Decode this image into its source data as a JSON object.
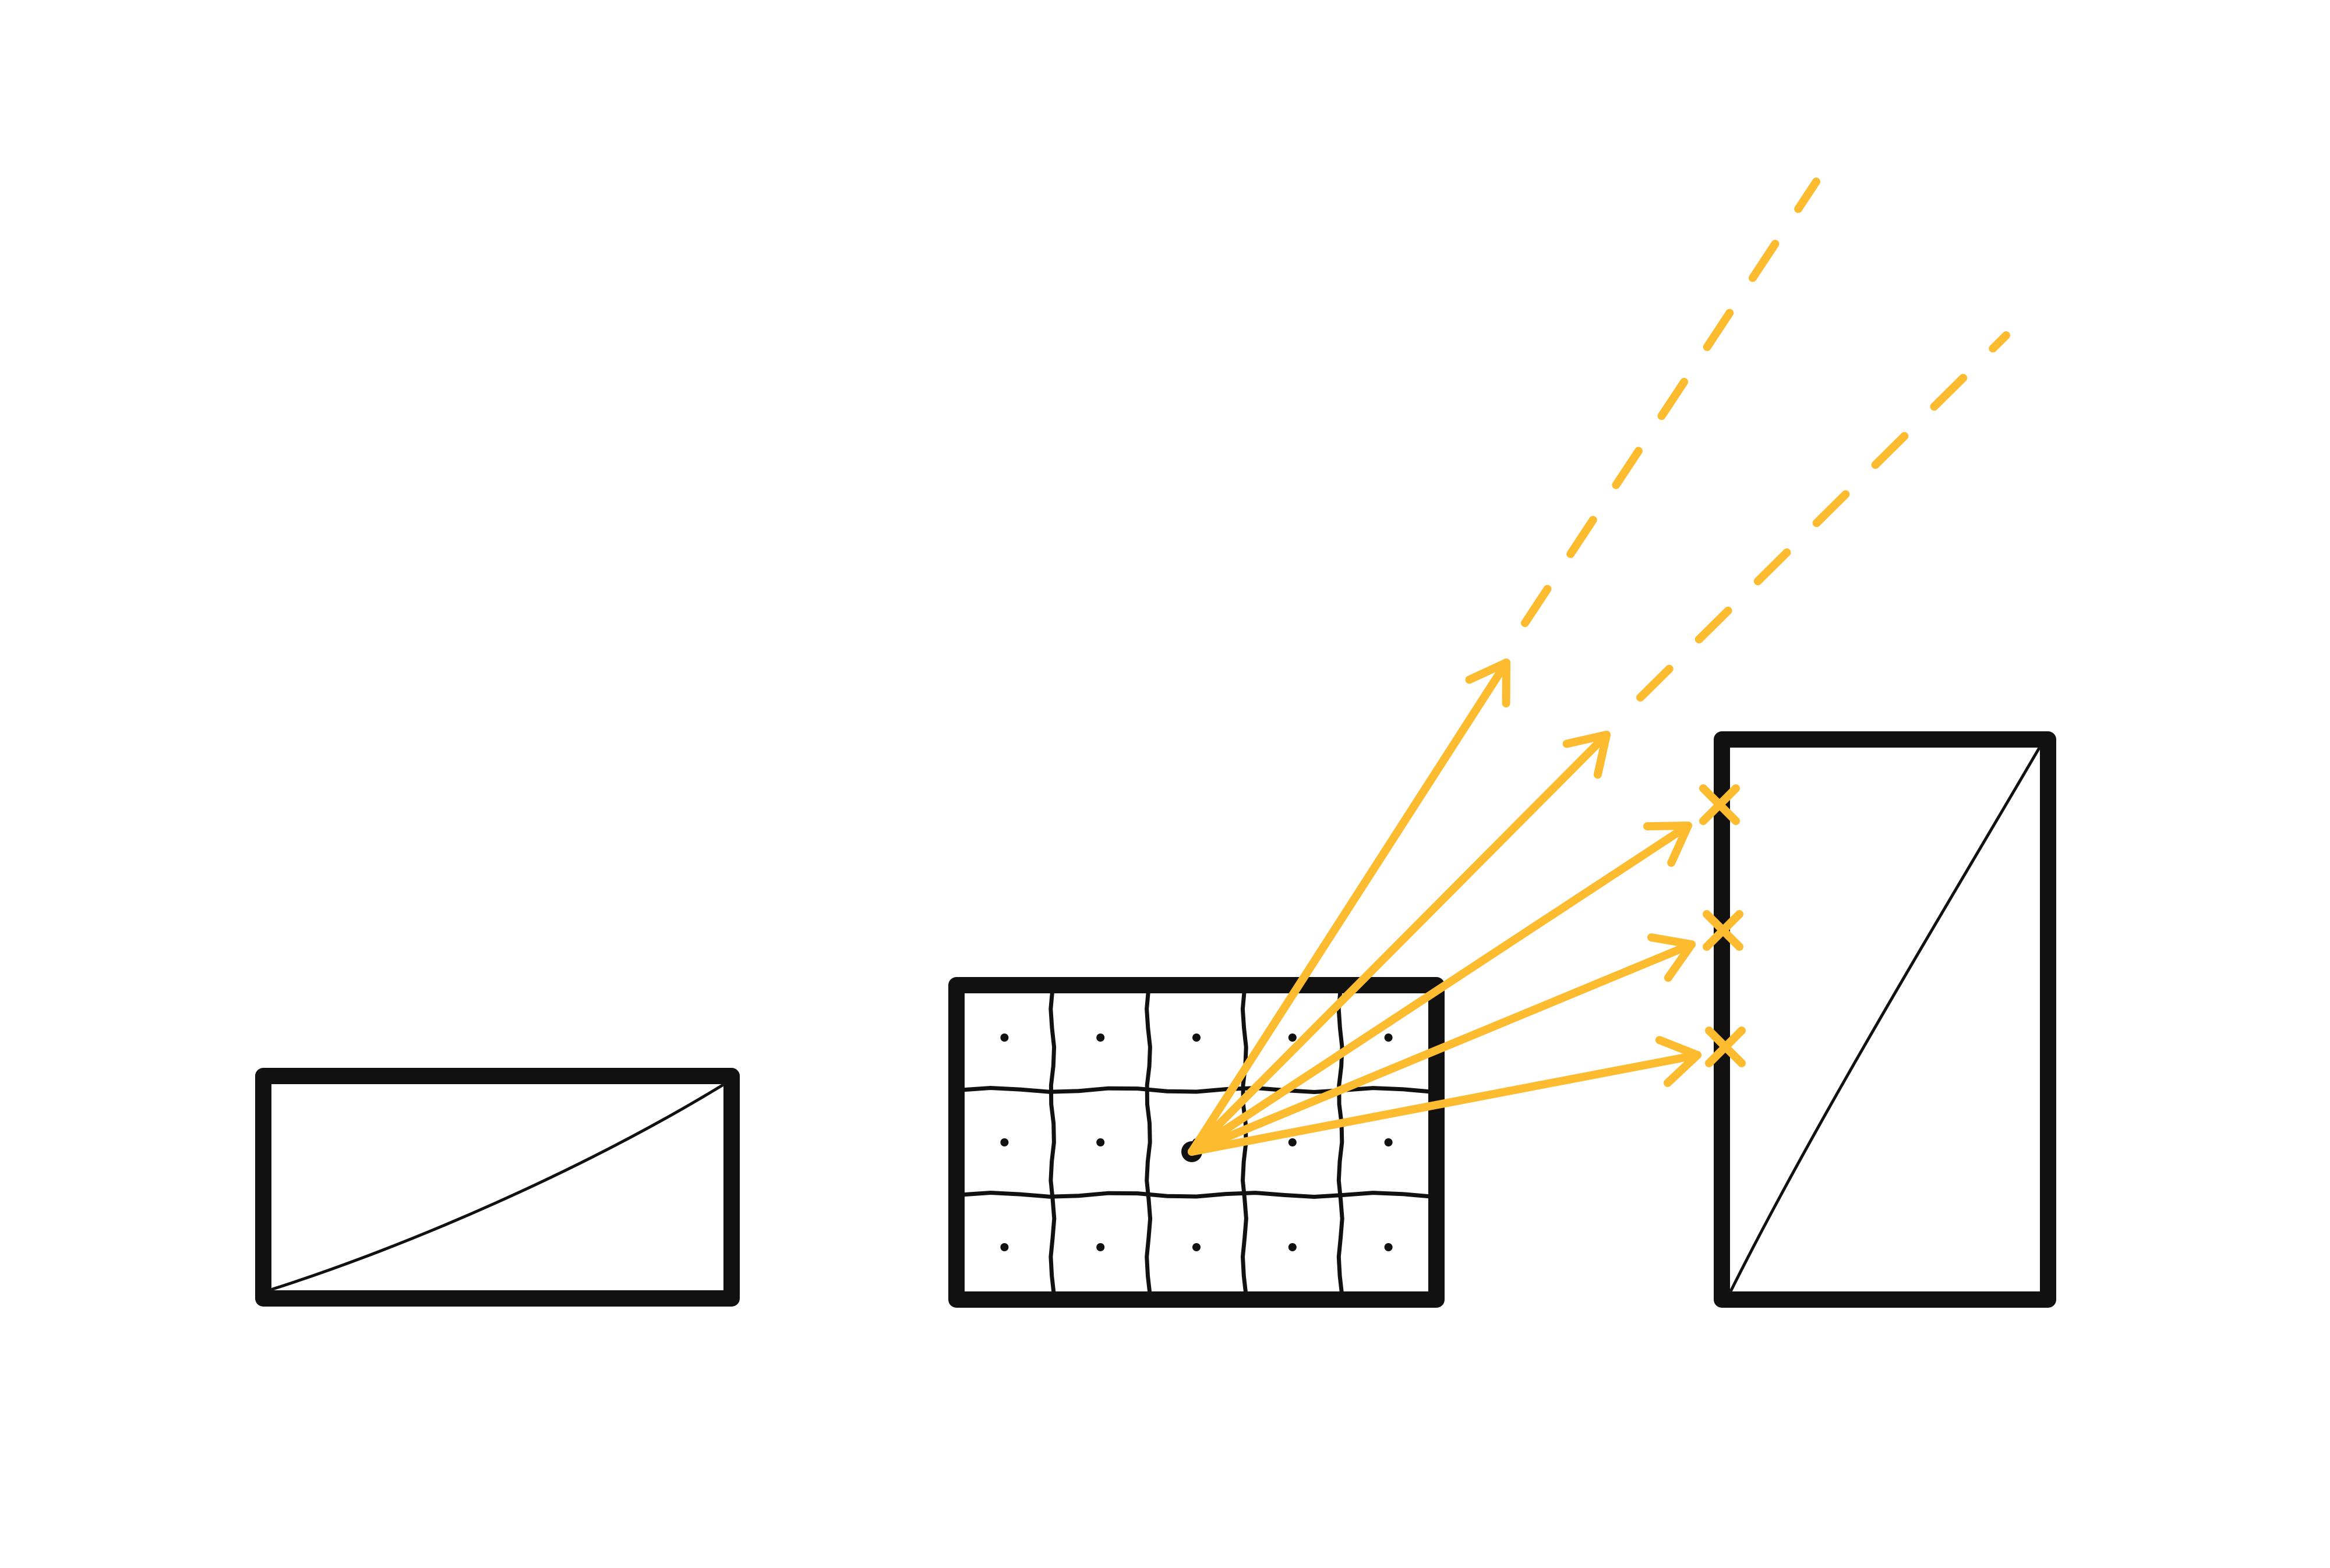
{
  "colors": {
    "ink": "#111111",
    "ray": "#FDBB2F",
    "background": "#ffffff"
  },
  "scene": {
    "panels": [
      {
        "name": "light-source-rectangle",
        "content": "diagonal"
      },
      {
        "name": "pixel-grid",
        "rows": 3,
        "columns": 5,
        "samples_per_cell": 1
      },
      {
        "name": "occluder-rectangle",
        "content": "diagonal"
      }
    ],
    "rays": {
      "escaping_count": 2,
      "blocked_count": 3
    }
  }
}
